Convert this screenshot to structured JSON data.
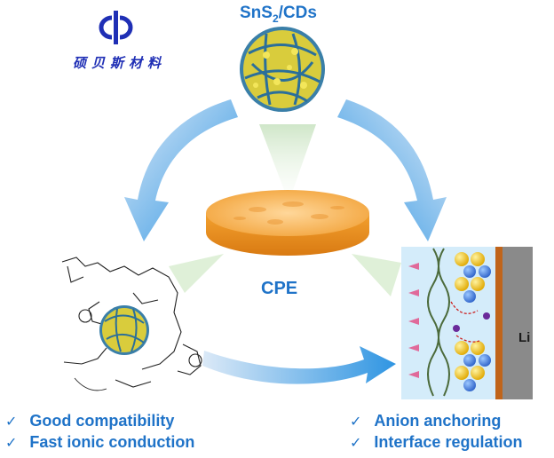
{
  "logo": {
    "text": "硕贝斯材料"
  },
  "material": {
    "label": "SnS",
    "sub": "2",
    "suffix": "/CDs"
  },
  "center": {
    "label": "CPE"
  },
  "interface": {
    "metal_label": "Li"
  },
  "features_left": [
    "Good compatibility",
    "Fast ionic conduction"
  ],
  "features_right": [
    "Anion anchoring",
    "Interface regulation"
  ],
  "colors": {
    "accent_blue": "#1f73c8",
    "logo_blue": "#1f2fb5",
    "disc_orange": "#f2a33a",
    "arrow_blue": "#3aa0e8"
  }
}
